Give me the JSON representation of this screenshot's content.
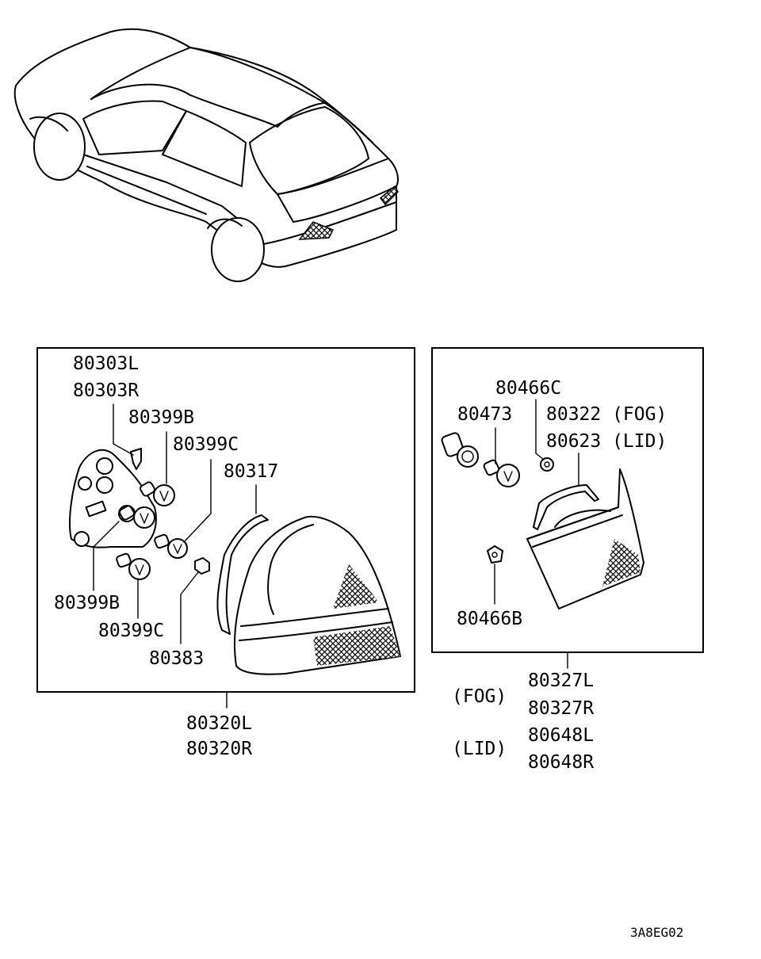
{
  "diagram_code": "3A8EG02",
  "tail_lamp_panel": {
    "labels": {
      "bracket_l": "80303L",
      "bracket_r": "80303R",
      "bulb_b_top": "80399B",
      "bulb_c_top": "80399C",
      "packing": "80317",
      "bulb_b_bottom": "80399B",
      "bulb_c_bottom": "80399C",
      "nut": "80383"
    },
    "assembly_l": "80320L",
    "assembly_r": "80320R"
  },
  "lid_lamp_panel": {
    "labels": {
      "clip_top": "80466C",
      "bulb": "80473",
      "packing_fog": "80322 (FOG)",
      "packing_lid": "80623 (LID)",
      "clip_bottom": "80466B"
    },
    "variants": [
      {
        "tag": "(FOG)",
        "left": "80327L",
        "right": "80327R"
      },
      {
        "tag": "(LID)",
        "left": "80648L",
        "right": "80648R"
      }
    ]
  }
}
